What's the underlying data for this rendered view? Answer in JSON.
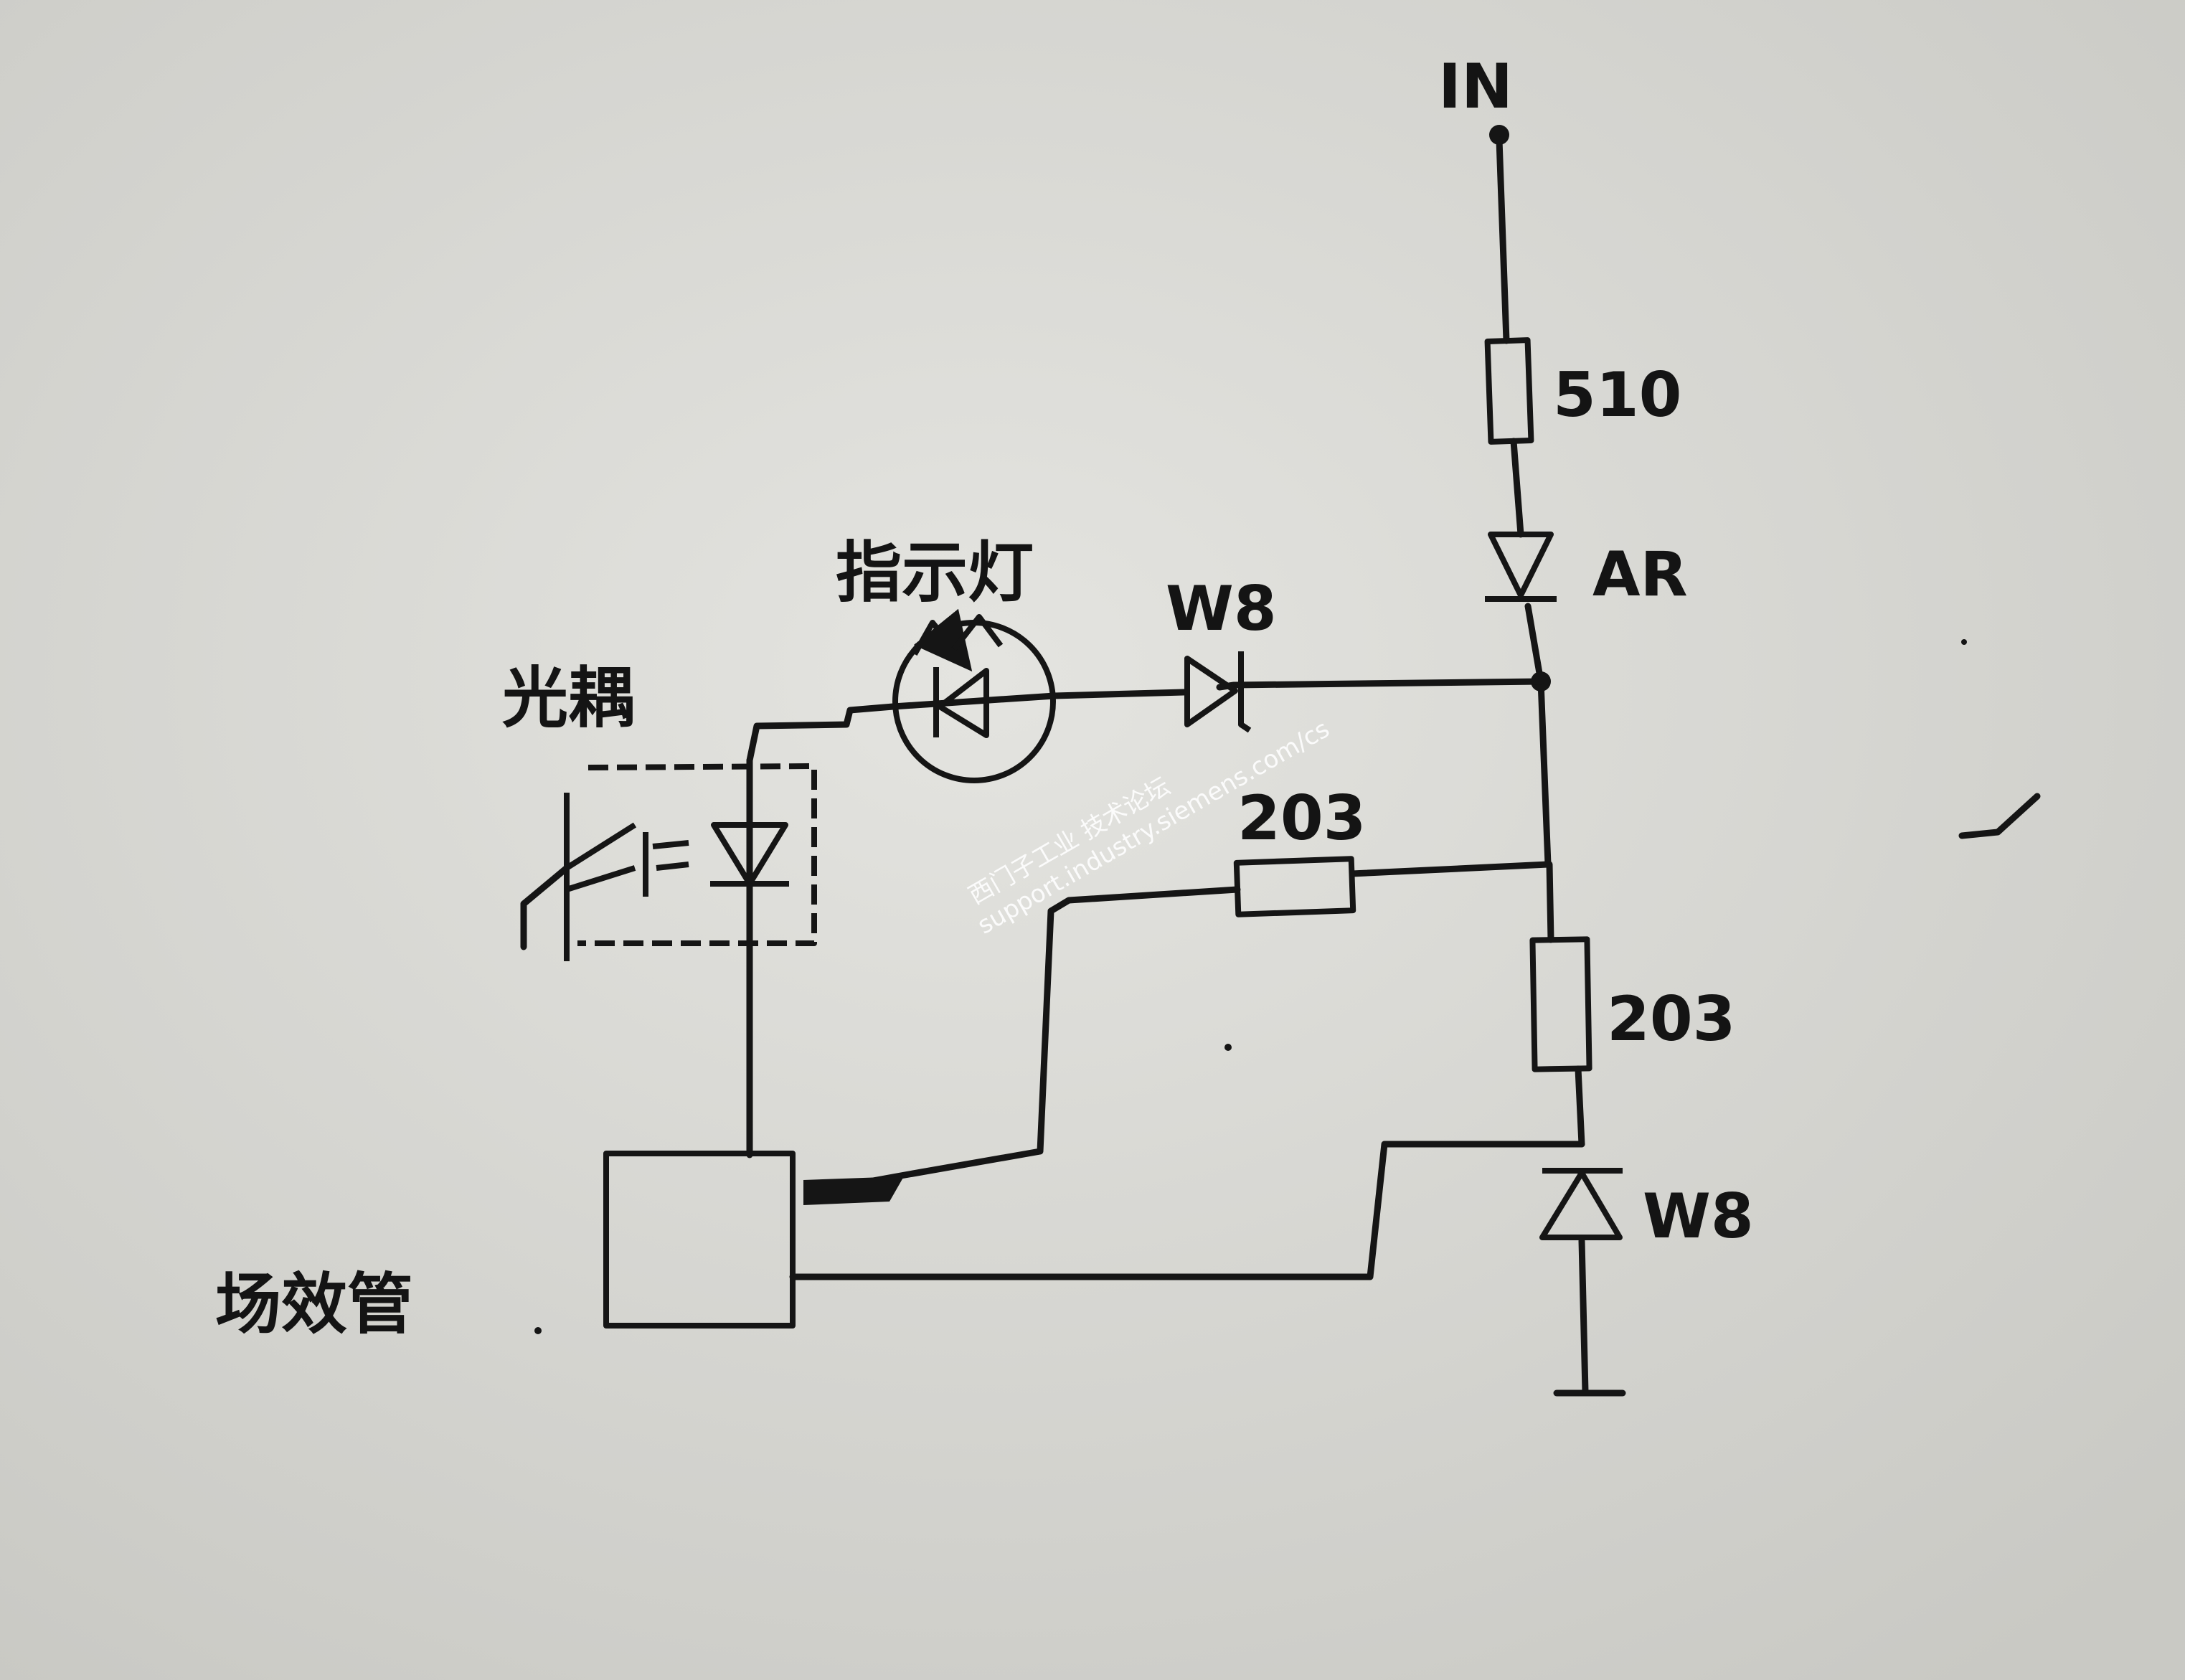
{
  "labels": {
    "input": "IN",
    "r_series": "510",
    "diode_ar": "AR",
    "indicator": "指示灯",
    "zener_top": "W8",
    "optocoupler": "光耦",
    "r_mid": "203",
    "r_right": "203",
    "zener_bottom": "W8",
    "fet": "场效管"
  },
  "watermark": {
    "line1": "西门子工业  技术论坛",
    "line2": "support.industry.siemens.com/cs"
  },
  "colors": {
    "ink": "#151515",
    "paper": "#d9d9d4",
    "watermark": "#ffffff"
  }
}
